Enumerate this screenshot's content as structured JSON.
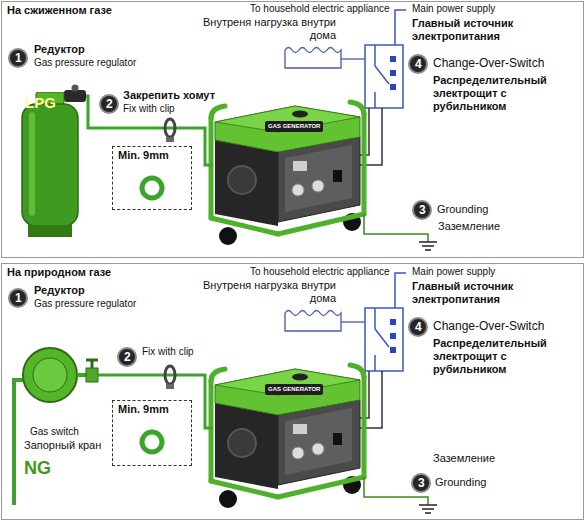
{
  "diagram": {
    "nodes": [
      {
        "text": [
          "На сжиженном газе"
        ]
      },
      {
        "text": [
          "1"
        ],
        "in": 0
      },
      {
        "text": [
          "2"
        ],
        "in": 0
      },
      {
        "text": [
          "LPG"
        ],
        "in": 0
      },
      {
        "text": [
          "Min. 9mm"
        ],
        "in": 0
      },
      {
        "text": [
          "4"
        ],
        "in": 0
      },
      {
        "text": [
          "3"
        ],
        "in": 0
      },
      {
        "text": [
          "На природном газе"
        ]
      },
      {
        "text": [
          "1"
        ],
        "in": 7
      },
      {
        "text": [
          "2"
        ],
        "in": 7
      },
      {
        "text": [
          "Min. 9mm"
        ],
        "in": 7
      },
      {
        "text": [
          "4"
        ],
        "in": 7
      },
      {
        "text": [
          "3"
        ],
        "in": 7
      }
    ],
    "labels": [
      "To household electric appliance",
      "Внутреня нагрузка внутри дома",
      "Main power supply",
      "Главный источник электропитания",
      "Редуктор",
      "Gas pressure regulator",
      "Закрепить хомут",
      "Fix with clip",
      "Change-Over-Switch",
      "Распределительный электрощит с рубильником",
      "Grounding",
      "Заземление",
      "GAS GENERATOR",
      "To household electric appliance",
      "Внутреня нагрузка внутри дома",
      "Main power supply",
      "Главный источник электропитания",
      "Редуктор",
      "Gas pressure regulator",
      "Fix with clip",
      "Change-Over-Switch",
      "Распределительный электрощит с рубильником",
      "Gas switch",
      "Запорный кран",
      "NG",
      "Заземление",
      "Grounding",
      "GAS GENERATOR"
    ]
  }
}
